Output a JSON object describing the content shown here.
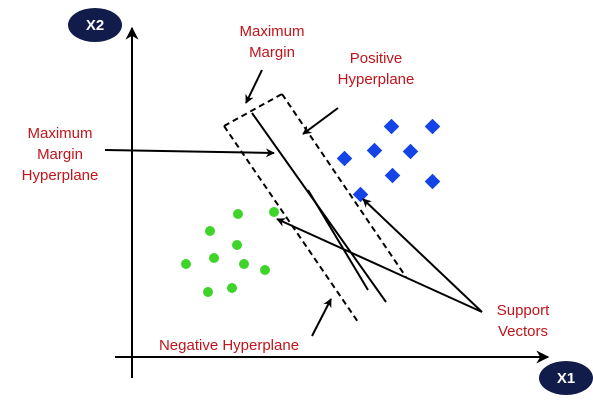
{
  "axes": {
    "x_label": "X1",
    "y_label": "X2"
  },
  "labels": {
    "maximum_margin": [
      "Maximum",
      "Margin"
    ],
    "positive_hyperplane": [
      "Positive",
      "Hyperplane"
    ],
    "maximum_margin_hyperplane": [
      "Maximum",
      "Margin",
      "Hyperplane"
    ],
    "negative_hyperplane": "Negative Hyperplane",
    "support_vectors": [
      "Support",
      "Vectors"
    ]
  },
  "colors": {
    "text": "#c0151c",
    "axis_badge": "#121c4a",
    "positive_class": "#1443e6",
    "negative_class": "#3fd42a",
    "line": "#000000"
  },
  "classes": [
    {
      "name": "positive-class",
      "shape": "diamond",
      "count": 8
    },
    {
      "name": "negative-class",
      "shape": "circle",
      "count": 10
    }
  ]
}
